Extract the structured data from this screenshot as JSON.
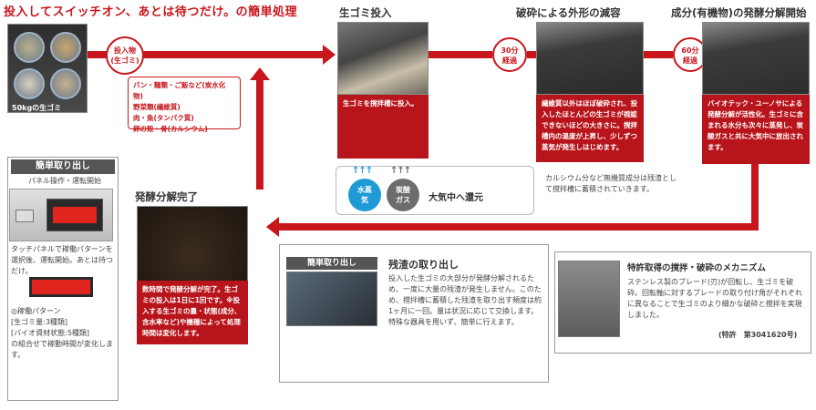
{
  "header": {
    "title": "投入してスイッチオン、あとは待つだけ。の簡単処理"
  },
  "colors": {
    "accent_red": "#c8161d",
    "dark_red": "#b8141b",
    "steam_blue": "#1e9bd7",
    "gas_gray": "#6d6d6d"
  },
  "input": {
    "photo_caption": "50kgの生ゴミ",
    "badge_line1": "投入物",
    "badge_line2": "(生ゴミ)",
    "items": [
      "パン・麺類・ご飯など(炭水化物)",
      "野菜類(繊維質)",
      "肉・魚(タンパク質)",
      "卵の殻・骨(カルシウム)"
    ]
  },
  "step1": {
    "title": "生ゴミ投入",
    "panel_text": "生ゴミを撹拌槽に投入。"
  },
  "timer1": {
    "line1": "30分",
    "line2": "経過"
  },
  "step2": {
    "title": "破砕による外形の減容",
    "panel_text": "繊維質以外はほぼ破砕され、投入したほとんどの生ゴミが視認できないほどの大きさに。撹拌槽内の温度が上昇し、少しずつ蒸気が発生しはじめます。"
  },
  "timer2": {
    "line1": "60分",
    "line2": "経過"
  },
  "step3": {
    "title": "成分(有機物)の発酵分解開始",
    "panel_text": "バイオテック・ユーノサによる発酵分解が活性化。生ゴミに含まれる水分も次々に蒸発し、炭酸ガスと共に大気中に放出されます。"
  },
  "emission": {
    "steam_line1": "水蒸",
    "steam_line2": "気",
    "gas_line1": "炭酸",
    "gas_line2": "ガス",
    "release_label": "大気中へ還元",
    "calcium_note": "カルシウム分など無機質成分は残渣として撹拌槽に蓄積されていきます。"
  },
  "easy_op": {
    "header": "簡単取り出し",
    "subtitle": "パネル操作・運転開始",
    "description": "タッチパネルで稼働パターンを選択後、運転開始。あとは待つだけ。",
    "patterns_title": "◎稼働パターン",
    "patterns": [
      "[生ゴミ量:3種類]",
      "[バイオ資材状態:5種類]"
    ],
    "patterns_note": "の組合せで稼動時間が変化します。"
  },
  "done": {
    "title": "発酵分解完了",
    "panel_text": "数時間で発酵分解が完了。生ゴミの投入は1日に1回です。※投入する生ゴミの量・状態(成分、含水率など)や機種によって処理時間は変化します。"
  },
  "residue": {
    "header": "簡単取り出し",
    "title": "残渣の取り出し",
    "text": "投入した生ゴミの大部分が発酵分解されるため、一度に大量の残渣が発生しません。このため、撹拌槽に蓄積した残渣を取り出す頻度は約1ヶ月に一回。量は状況に応じて交換します。特殊な器具を用いず、簡単に行えます。"
  },
  "mechanism": {
    "title": "特許取得の撹拌・破砕のメカニズム",
    "text": "ステンレス製のブレード(刃)が回転し、生ゴミを破砕。回転軸に対するブレードの取り付け角がそれぞれに異なることで生ゴミのより細かな破砕と撹拌を実現しました。",
    "patent": "(特許　第3041620号)"
  }
}
